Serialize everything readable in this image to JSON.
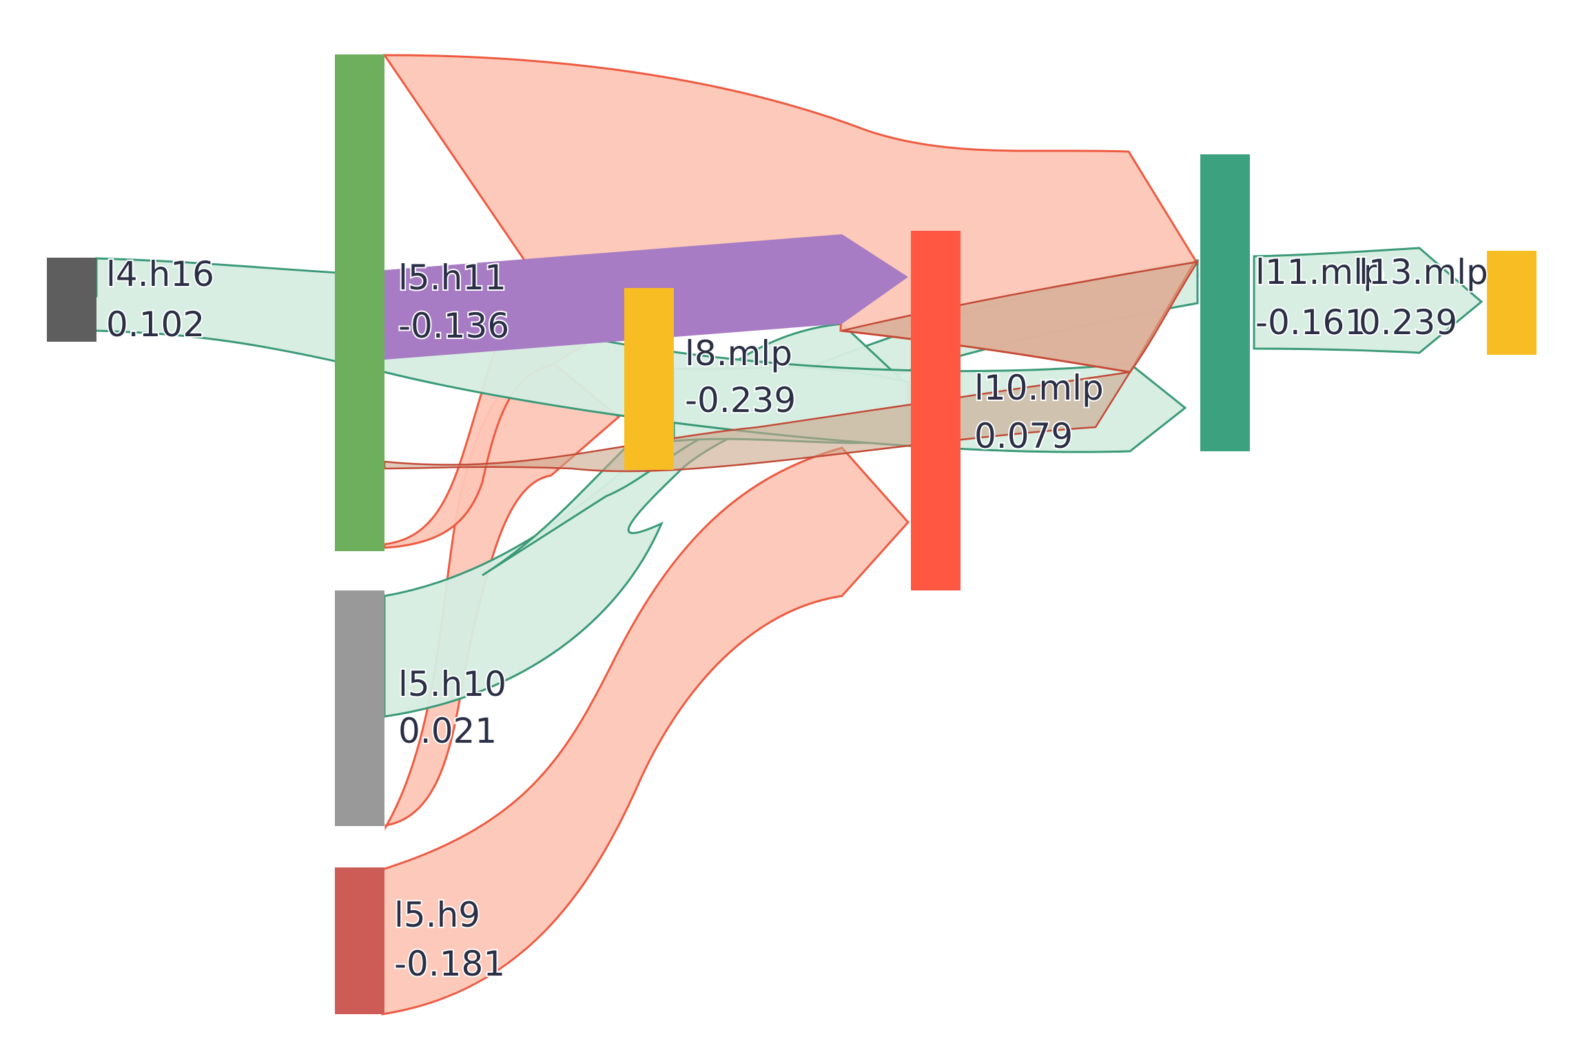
{
  "nodes": [
    {
      "id": "l4h16",
      "name": "l4.h16",
      "value": "0.102",
      "color": "#5e5e5e"
    },
    {
      "id": "l5h11",
      "name": "l5.h11",
      "value": "-0.136",
      "color": "#6daf5c"
    },
    {
      "id": "l5h10",
      "name": "l5.h10",
      "value": "0.021",
      "color": "#999999"
    },
    {
      "id": "l5h9",
      "name": "l5.h9",
      "value": "-0.181",
      "color": "#cd5c57"
    },
    {
      "id": "l8mlp",
      "name": "l8.mlp",
      "value": "-0.239",
      "color": "#f9bd24"
    },
    {
      "id": "l10mlp",
      "name": "l10.mlp",
      "value": "0.079",
      "color": "#ff5742"
    },
    {
      "id": "l11mlp",
      "name": "l11.mlp",
      "value": "-0.161",
      "color": "#3ca17f"
    },
    {
      "id": "l13mlp",
      "name": "l13.mlp",
      "value": "0.239",
      "color": "#f9bd24"
    }
  ],
  "link_colors": {
    "positive_fill": "#d6ede2",
    "positive_stroke": "#3a9a78",
    "negative_fill": "#fdc6b6",
    "negative_stroke": "#ee5a40",
    "highlight_fill": "#a87cc4"
  },
  "links": [
    {
      "source": "l4.h16",
      "target": "l10.mlp",
      "sign": "positive"
    },
    {
      "source": "l5.h11",
      "target": "l11.mlp",
      "sign": "negative"
    },
    {
      "source": "l5.h11",
      "target": "l10.mlp",
      "sign": "highlight"
    },
    {
      "source": "l5.h11",
      "target": "l8.mlp",
      "sign": "negative"
    },
    {
      "source": "l5.h11",
      "target": "l13.mlp",
      "sign": "positive"
    },
    {
      "source": "l5.h10",
      "target": "l8.mlp",
      "sign": "negative"
    },
    {
      "source": "l5.h10",
      "target": "l11.mlp",
      "sign": "positive"
    },
    {
      "source": "l5.h10",
      "target": "l10.mlp",
      "sign": "positive"
    },
    {
      "source": "l5.h9",
      "target": "l10.mlp",
      "sign": "negative"
    },
    {
      "source": "l8.mlp",
      "target": "l11.mlp",
      "sign": "negative"
    },
    {
      "source": "l8.mlp",
      "target": "l10.mlp",
      "sign": "positive"
    },
    {
      "source": "l10.mlp",
      "target": "l11.mlp",
      "sign": "positive"
    },
    {
      "source": "l11.mlp",
      "target": "l13.mlp",
      "sign": "positive"
    }
  ]
}
